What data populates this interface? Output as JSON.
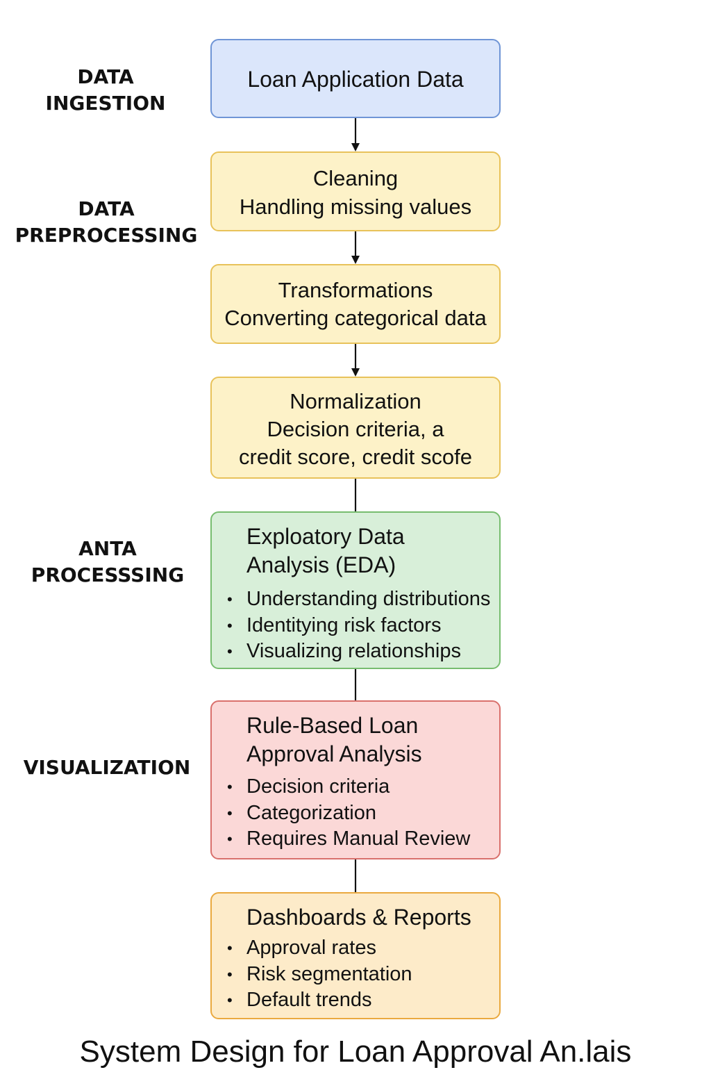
{
  "stage_labels": {
    "ingestion": [
      "DATA",
      "INGESTION"
    ],
    "preprocessing": [
      "DATA",
      "PREPROCESSING"
    ],
    "processing": [
      "ANTA",
      "PROCESSSING"
    ],
    "visualization": [
      "VISUALIZATION"
    ]
  },
  "boxes": {
    "loan_data": {
      "text": "Loan Application Data"
    },
    "cleaning": {
      "title": "Cleaning",
      "subtitle": "Handling missing values"
    },
    "transformations": {
      "title": "Transformations",
      "subtitle": "Converting categorical data"
    },
    "normalization": {
      "title": "Normalization",
      "line2": "Decision criteria, a",
      "line3": "credit score, credit scofe"
    },
    "eda": {
      "title_line1": "Exploatory Data",
      "title_line2": "Analysis (EDA)",
      "bullets": [
        "Understanding distributions",
        "Identitying risk factors",
        "Visualizing relationships"
      ]
    },
    "rules": {
      "title_line1": "Rule-Based Loan",
      "title_line2": "Approval Analysis",
      "bullets": [
        "Decision criteria",
        "Categorization",
        "Requires Manual Review"
      ]
    },
    "dashboards": {
      "title": "Dashboards & Reports",
      "bullets": [
        "Approval rates",
        "Risk segmentation",
        "Default trends"
      ]
    }
  },
  "bullet_glyph": "•",
  "footer_title": "System Design for Loan Approval An.lais",
  "colors": {
    "ingestion_fill": "#dbe6fb",
    "ingestion_border": "#6f95d6",
    "preprocessing_fill": "#fdf2c8",
    "preprocessing_border": "#e8c25a",
    "eda_fill": "#d8efd9",
    "eda_border": "#77bd6f",
    "rules_fill": "#fbd8d7",
    "rules_border": "#d9706c",
    "dashboard_fill": "#fdebc9",
    "dashboard_border": "#eaa93f"
  }
}
